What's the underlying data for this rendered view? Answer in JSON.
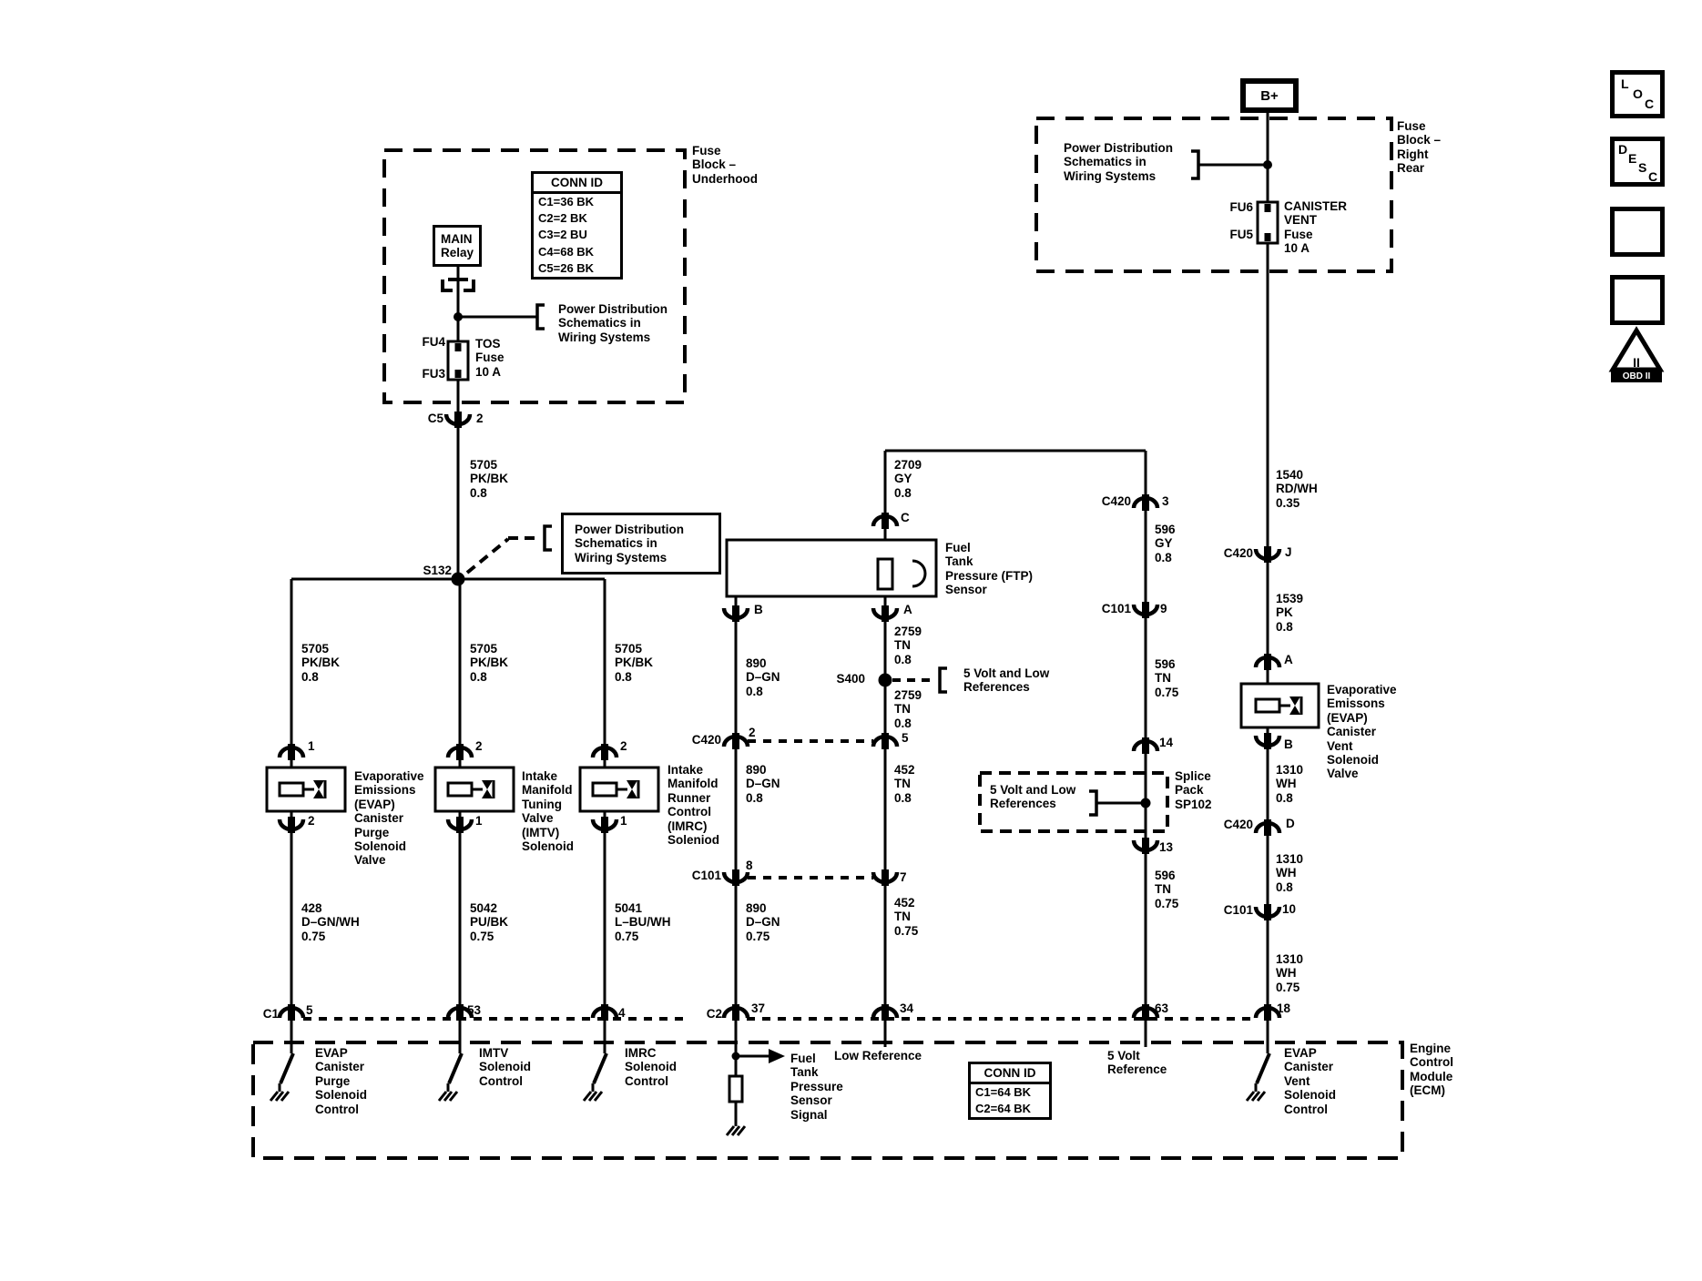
{
  "colors": {
    "ink": "#000000",
    "paper": "#ffffff"
  },
  "sidebar": {
    "loc_letters": [
      "L",
      "O",
      "C"
    ],
    "desc_letters": [
      "D",
      "E",
      "S",
      "C"
    ],
    "obd_mark": "II",
    "obd_label": "OBD II"
  },
  "underhood": {
    "block_title": "Fuse\nBlock –\nUnderhood",
    "conn_id_header": "CONN ID",
    "conn_id_rows": [
      "C1=36 BK",
      "C2=2 BK",
      "C3=2 BU",
      "C4=68 BK",
      "C5=26 BK"
    ],
    "main_relay": "MAIN\nRelay",
    "power_dist": "Power Distribution\nSchematics in\nWiring Systems",
    "fu4": "FU4",
    "fu3": "FU3",
    "tos_fuse": "TOS\nFuse\n10 A",
    "c5": "C5",
    "c5_pin": "2"
  },
  "feed": {
    "wire_5705": "5705\nPK/BK\n0.8",
    "s132": "S132",
    "power_dist": "Power Distribution\nSchematics in\nWiring Systems"
  },
  "purge": {
    "wire_top": "5705\nPK/BK\n0.8",
    "pin_top": "1",
    "label": "Evaporative\nEmissions\n(EVAP)\nCanister\nPurge\nSolenoid\nValve",
    "pin_bottom": "2",
    "wire_bottom": "428\nD–GN/WH\n0.75",
    "ecm_pin": "5",
    "ecm_label": "EVAP\nCanister\nPurge\nSolenoid\nControl"
  },
  "imtv": {
    "wire_top": "5705\nPK/BK\n0.8",
    "pin_top": "2",
    "label": "Intake\nManifold\nTuning\nValve\n(IMTV)\nSolenoid",
    "pin_bottom": "1",
    "wire_bottom": "5042\nPU/BK\n0.75",
    "ecm_pin": "53",
    "ecm_label": "IMTV\nSolenoid\nControl"
  },
  "imrc": {
    "wire_top": "5705\nPK/BK\n0.8",
    "pin_top": "2",
    "label": "Intake\nManifold\nRunner\nControl\n(IMRC)\nSoleniod",
    "pin_bottom": "1",
    "wire_bottom": "5041\nL–BU/WH\n0.75",
    "ecm_pin": "4",
    "ecm_label": "IMRC\nSolenoid\nControl"
  },
  "ftp": {
    "wire_2709": "2709\nGY\n0.8",
    "pin_c": "C",
    "label": "Fuel\nTank\nPressure (FTP)\nSensor",
    "pin_b": "B",
    "pin_a": "A",
    "wire_890_1": "890\nD–GN\n0.8",
    "wire_2759_1": "2759\nTN\n0.8",
    "s400": "S400",
    "five_volt": "5 Volt and Low\nReferences",
    "wire_2759_2": "2759\nTN\n0.8",
    "c420": "C420",
    "pin_2": "2",
    "pin_5": "5",
    "wire_890_2": "890\nD–GN\n0.8",
    "wire_452_1": "452\nTN\n0.8",
    "c101": "C101",
    "pin_8": "8",
    "pin_7": "7",
    "wire_890_3": "890\nD–GN\n0.75",
    "wire_452_2": "452\nTN\n0.75",
    "pin_37": "37",
    "pin_34": "34",
    "signal_label": "Fuel\nTank\nPressure\nSensor\nSignal",
    "low_ref": "Low Reference"
  },
  "ref596": {
    "c420": "C420",
    "pin_3": "3",
    "wire_596_gy": "596\nGY\n0.8",
    "c101": "C101",
    "pin_9": "9",
    "wire_596_tn_1": "596\nTN\n0.75",
    "pin_14": "14",
    "five_volt": "5 Volt and Low\nReferences",
    "splice": "Splice\nPack\nSP102",
    "pin_13": "13",
    "wire_596_tn_2": "596\nTN\n0.75",
    "ecm_pin": "63",
    "ecm_label": "5 Volt\nReference"
  },
  "vent": {
    "b_plus": "B+",
    "block_title": "Fuse\nBlock –\nRight\nRear",
    "power_dist": "Power Distribution\nSchematics in\nWiring Systems",
    "fu6": "FU6",
    "fu5": "FU5",
    "fuse": "CANISTER\nVENT\nFuse\n10 A",
    "wire_1540": "1540\nRD/WH\n0.35",
    "c420_j": "C420",
    "pin_j": "J",
    "wire_1539": "1539\nPK\n0.8",
    "pin_a": "A",
    "label": "Evaporative\nEmissons\n(EVAP)\nCanister\nVent\nSolenoid\nValve",
    "pin_b": "B",
    "wire_1310_1": "1310\nWH\n0.8",
    "c420_d": "C420",
    "pin_d": "D",
    "wire_1310_2": "1310\nWH\n0.8",
    "c101": "C101",
    "pin_10": "10",
    "wire_1310_3": "1310\nWH\n0.75",
    "ecm_pin": "18",
    "ecm_label": "EVAP\nCanister\nVent\nSolenoid\nControl"
  },
  "ecm": {
    "c1": "C1",
    "c2": "C2",
    "title": "Engine\nControl\nModule\n(ECM)",
    "conn_id_header": "CONN ID",
    "conn_id_rows": [
      "C1=64 BK",
      "C2=64 BK"
    ]
  }
}
